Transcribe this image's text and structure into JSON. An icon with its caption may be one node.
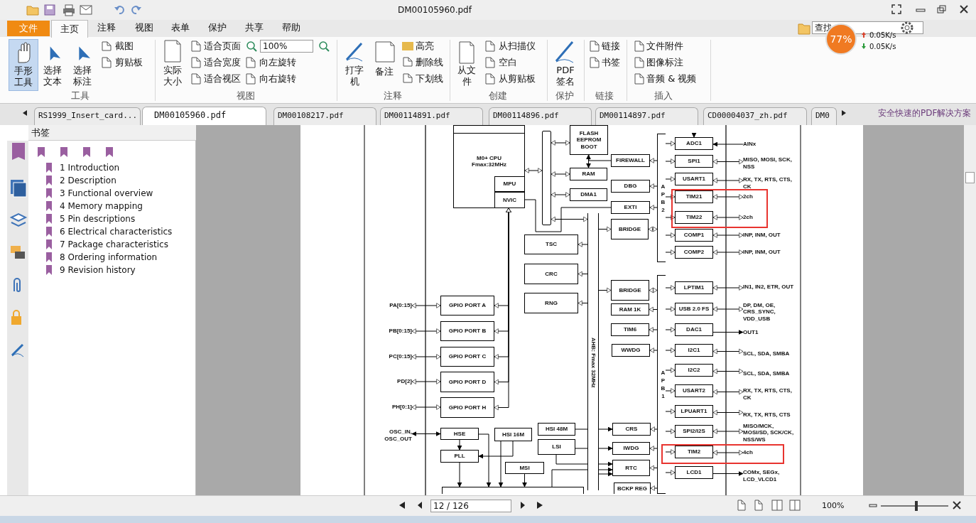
{
  "diagram": {
    "nodes": [
      {
        "text": [
          "FLASH EEPROM BOOT"
        ]
      },
      {
        "text": [
          "M0+ CPU",
          "Fmax:32MHz"
        ]
      },
      {
        "text": [
          "MPU"
        ],
        "in": 1
      },
      {
        "text": [
          "NVIC"
        ],
        "in": 1
      },
      {
        "text": [],
        "shape": "bar"
      },
      {
        "text": [
          "RAM"
        ]
      },
      {
        "text": [
          "DMA1"
        ]
      },
      {
        "text": [
          "FIREWALL"
        ]
      },
      {
        "text": [
          "DBG"
        ]
      },
      {
        "text": [
          "EXTI"
        ]
      },
      {
        "text": [
          "BRIDGE"
        ]
      },
      {
        "text": [
          "A P B 2"
        ]
      },
      {
        "text": [
          "TSC"
        ]
      },
      {
        "text": [
          "CRC"
        ]
      },
      {
        "text": [
          "RNG"
        ]
      },
      {
        "text": [
          "BRIDGE"
        ]
      },
      {
        "text": [
          "RAM 1K"
        ]
      },
      {
        "text": [
          "TIM6"
        ]
      },
      {
        "text": [
          "WWDG"
        ]
      },
      {
        "text": [
          "A P B 1"
        ]
      },
      {
        "text": [
          "AHB: Fmax 32MHz"
        ]
      },
      {
        "text": [
          "GPIO PORT A"
        ]
      },
      {
        "text": [
          "GPIO PORT B"
        ]
      },
      {
        "text": [
          "GPIO PORT C"
        ]
      },
      {
        "text": [
          "GPIO PORT D"
        ]
      },
      {
        "text": [
          "GPIO PORT H"
        ]
      },
      {
        "text": [
          "HSE"
        ]
      },
      {
        "text": [
          "HSI 16M"
        ]
      },
      {
        "text": [
          "PLL"
        ]
      },
      {
        "text": [
          "MSI"
        ]
      },
      {
        "text": [],
        "shape": "box"
      },
      {
        "text": [
          "HSI 48M"
        ]
      },
      {
        "text": [
          "LSI"
        ]
      },
      {
        "text": [
          "CRS"
        ]
      },
      {
        "text": [
          "IWDG"
        ]
      },
      {
        "text": [
          "RTC"
        ]
      },
      {
        "text": [
          "BCKP REG"
        ]
      },
      {
        "text": [
          "ADC1"
        ]
      },
      {
        "text": [
          "SPI1"
        ]
      },
      {
        "text": [
          "USART1"
        ]
      },
      {
        "text": [
          "TIM21"
        ]
      },
      {
        "text": [
          "TIM22"
        ]
      },
      {
        "text": [
          "COMP1"
        ]
      },
      {
        "text": [
          "COMP2"
        ]
      },
      {
        "text": [
          "LPTIM1"
        ]
      },
      {
        "text": [
          "USB 2.0 FS"
        ]
      },
      {
        "text": [
          "DAC1"
        ]
      },
      {
        "text": [
          "I2C1"
        ]
      },
      {
        "text": [
          "I2C2"
        ]
      },
      {
        "text": [
          "USART2"
        ]
      },
      {
        "text": [
          "LPUART1"
        ]
      },
      {
        "text": [
          "SPI2/I2S"
        ]
      },
      {
        "text": [
          "TIM2"
        ]
      },
      {
        "text": [
          "LCD1"
        ]
      },
      {
        "text": [
          "AINx"
        ]
      },
      {
        "text": [
          "MISO, MOSI, SCK, NSS"
        ]
      },
      {
        "text": [
          "RX, TX, RTS, CTS, CK"
        ]
      },
      {
        "text": [
          "2ch"
        ]
      },
      {
        "text": [
          "2ch"
        ]
      },
      {
        "text": [
          "INP, INM, OUT"
        ]
      },
      {
        "text": [
          "INP, INM, OUT"
        ]
      },
      {
        "text": [
          "IN1, IN2, ETR, OUT"
        ]
      },
      {
        "text": [
          "DP, DM, OE, CRS_SYNC, VDD_USB"
        ]
      },
      {
        "text": [
          "OUT1"
        ]
      },
      {
        "text": [
          "SCL, SDA, SMBA"
        ]
      },
      {
        "text": [
          "SCL, SDA, SMBA"
        ]
      },
      {
        "text": [
          "RX, TX, RTS, CTS, CK"
        ]
      },
      {
        "text": [
          "RX, TX, RTS, CTS"
        ]
      },
      {
        "text": [
          "MISO/MCK, MOSI/SD, SCK/CK, NSS/WS"
        ]
      },
      {
        "text": [
          "4ch"
        ]
      },
      {
        "text": [
          "COMx, SEGx, LCD_VLCD1"
        ]
      },
      {
        "text": [
          "PA[0:15]"
        ]
      },
      {
        "text": [
          "PB[0:15]"
        ]
      },
      {
        "text": [
          "PC[0:15]"
        ]
      },
      {
        "text": [
          "PD[2]"
        ]
      },
      {
        "text": [
          "PH[0:1]"
        ]
      },
      {
        "text": [
          "OSC_IN, OSC_OUT"
        ]
      },
      {
        "text": [],
        "shape": "box"
      }
    ],
    "edges": [
      {
        "from": 1,
        "to": 4,
        "arrow": "both"
      },
      {
        "from": 4,
        "to": 0,
        "arrow": "both"
      },
      {
        "from": 4,
        "to": 5,
        "arrow": "both"
      },
      {
        "from": 4,
        "to": 6,
        "arrow": "both"
      },
      {
        "from": 0,
        "to": 5,
        "arrow": "both"
      },
      {
        "from": 7,
        "to": 0,
        "arrow": "none"
      },
      {
        "from": 3,
        "to": 9,
        "arrow": "none"
      },
      {
        "from": 4,
        "to": 20,
        "arrow": "both"
      },
      {
        "from": 20,
        "to": 12,
        "arrow": "to"
      },
      {
        "from": 20,
        "to": 13,
        "arrow": "to"
      },
      {
        "from": 20,
        "to": 14,
        "arrow": "to"
      },
      {
        "from": 20,
        "to": 10,
        "arrow": "to"
      },
      {
        "from": 20,
        "to": 15,
        "arrow": "to"
      },
      {
        "from": 10,
        "to": 11,
        "arrow": "both"
      },
      {
        "from": 15,
        "to": 19,
        "arrow": "both"
      },
      {
        "from": 11,
        "to": 7,
        "arrow": "to"
      },
      {
        "from": 11,
        "to": 8,
        "arrow": "to"
      },
      {
        "from": 11,
        "to": 9,
        "arrow": "to"
      },
      {
        "from": 11,
        "to": 37,
        "arrow": "to"
      },
      {
        "from": 11,
        "to": 38,
        "arrow": "to"
      },
      {
        "from": 11,
        "to": 39,
        "arrow": "to"
      },
      {
        "from": 11,
        "to": 40,
        "arrow": "to"
      },
      {
        "from": 11,
        "to": 41,
        "arrow": "to"
      },
      {
        "from": 11,
        "to": 42,
        "arrow": "to"
      },
      {
        "from": 11,
        "to": 43,
        "arrow": "to"
      },
      {
        "from": 19,
        "to": 16,
        "arrow": "to"
      },
      {
        "from": 19,
        "to": 17,
        "arrow": "to"
      },
      {
        "from": 19,
        "to": 18,
        "arrow": "to"
      },
      {
        "from": 19,
        "to": 33,
        "arrow": "to"
      },
      {
        "from": 19,
        "to": 34,
        "arrow": "to"
      },
      {
        "from": 19,
        "to": 35,
        "arrow": "to"
      },
      {
        "from": 19,
        "to": 36,
        "arrow": "to"
      },
      {
        "from": 19,
        "to": 44,
        "arrow": "to"
      },
      {
        "from": 19,
        "to": 45,
        "arrow": "to"
      },
      {
        "from": 19,
        "to": 46,
        "arrow": "to"
      },
      {
        "from": 19,
        "to": 47,
        "arrow": "to"
      },
      {
        "from": 19,
        "to": 48,
        "arrow": "to"
      },
      {
        "from": 19,
        "to": 49,
        "arrow": "to"
      },
      {
        "from": 19,
        "to": 50,
        "arrow": "to"
      },
      {
        "from": 19,
        "to": 51,
        "arrow": "to"
      },
      {
        "from": 19,
        "to": 52,
        "arrow": "to"
      },
      {
        "from": 19,
        "to": 53,
        "arrow": "to"
      },
      {
        "from": 1,
        "to": 21,
        "arrow": "both"
      },
      {
        "from": 1,
        "to": 22,
        "arrow": "both"
      },
      {
        "from": 1,
        "to": 23,
        "arrow": "both"
      },
      {
        "from": 1,
        "to": 24,
        "arrow": "both"
      },
      {
        "from": 1,
        "to": 25,
        "arrow": "both"
      },
      {
        "from": 71,
        "to": 21,
        "arrow": "both"
      },
      {
        "from": 72,
        "to": 22,
        "arrow": "both"
      },
      {
        "from": 73,
        "to": 23,
        "arrow": "both"
      },
      {
        "from": 74,
        "to": 24,
        "arrow": "both"
      },
      {
        "from": 75,
        "to": 25,
        "arrow": "both"
      },
      {
        "from": 76,
        "to": 26,
        "arrow": "both"
      },
      {
        "from": 26,
        "to": 28,
        "arrow": "to"
      },
      {
        "from": 27,
        "to": 28,
        "arrow": "to"
      },
      {
        "from": 26,
        "to": 77,
        "arrow": "to"
      },
      {
        "from": 28,
        "to": 77,
        "arrow": "to"
      },
      {
        "from": 27,
        "to": 77,
        "arrow": "to"
      },
      {
        "from": 29,
        "to": 77,
        "arrow": "to"
      },
      {
        "from": 31,
        "to": 33,
        "arrow": "to"
      },
      {
        "from": 32,
        "to": 34,
        "arrow": "to"
      },
      {
        "from": 32,
        "to": 35,
        "arrow": "to"
      },
      {
        "from": 77,
        "to": 35,
        "arrow": "to"
      },
      {
        "from": 20,
        "to": 35,
        "arrow": "to"
      },
      {
        "from": null,
        "to": 37,
        "arrow": "to"
      },
      {
        "from": 54,
        "to": 37,
        "arrow": "to"
      },
      {
        "from": 38,
        "to": 55,
        "arrow": "both"
      },
      {
        "from": 39,
        "to": 56,
        "arrow": "both"
      },
      {
        "from": 40,
        "to": 57,
        "arrow": "both"
      },
      {
        "from": 41,
        "to": 58,
        "arrow": "both"
      },
      {
        "from": 42,
        "to": 59,
        "arrow": "both"
      },
      {
        "from": 43,
        "to": 60,
        "arrow": "both"
      },
      {
        "from": 44,
        "to": 61,
        "arrow": "both"
      },
      {
        "from": 45,
        "to": 62,
        "arrow": "both"
      },
      {
        "from": 46,
        "to": 63,
        "arrow": "to"
      },
      {
        "from": 47,
        "to": 64,
        "arrow": "both"
      },
      {
        "from": 48,
        "to": 65,
        "arrow": "both"
      },
      {
        "from": 49,
        "to": 66,
        "arrow": "both"
      },
      {
        "from": 50,
        "to": 67,
        "arrow": "both"
      },
      {
        "from": 51,
        "to": 68,
        "arrow": "both"
      },
      {
        "from": 52,
        "to": 69,
        "arrow": "both"
      },
      {
        "from": 53,
        "to": 70,
        "arrow": "to"
      }
    ],
    "labels": [
      "DM00105960.pdf",
      "文件",
      "主页",
      "注释",
      "视图",
      "表单",
      "保护",
      "共享",
      "帮助",
      "手形工具",
      "选择文本",
      "选择标注",
      "截图",
      "剪贴板",
      "工具",
      "实际大小",
      "适合页面",
      "适合宽度",
      "适合视区",
      "100%",
      "向左旋转",
      "向右旋转",
      "视图",
      "打字机",
      "备注",
      "高亮",
      "删除线",
      "下划线",
      "注释",
      "从文件",
      "从扫描仪",
      "空白",
      "从剪贴板",
      "创建",
      "PDF签名",
      "保护",
      "链接",
      "书签",
      "链接",
      "文件附件",
      "图像标注",
      "音频 & 视频",
      "插入",
      "查找",
      "77%",
      "0.05K/s",
      "0.05K/s",
      "RS1999_Insert_card...",
      "DM00105960.pdf",
      "DM00108217.pdf",
      "DM00114891.pdf",
      "DM00114896.pdf",
      "DM00114897.pdf",
      "CD00004037_zh.pdf",
      "DM0",
      "安全快速的PDF解决方案",
      "书签",
      "1 Introduction",
      "2 Description",
      "3 Functional overview",
      "4 Memory mapping",
      "5 Pin descriptions",
      "6 Electrical characteristics",
      "7 Package characteristics",
      "8 Ordering information",
      "9 Revision history",
      "12 / 126",
      "100%"
    ]
  }
}
